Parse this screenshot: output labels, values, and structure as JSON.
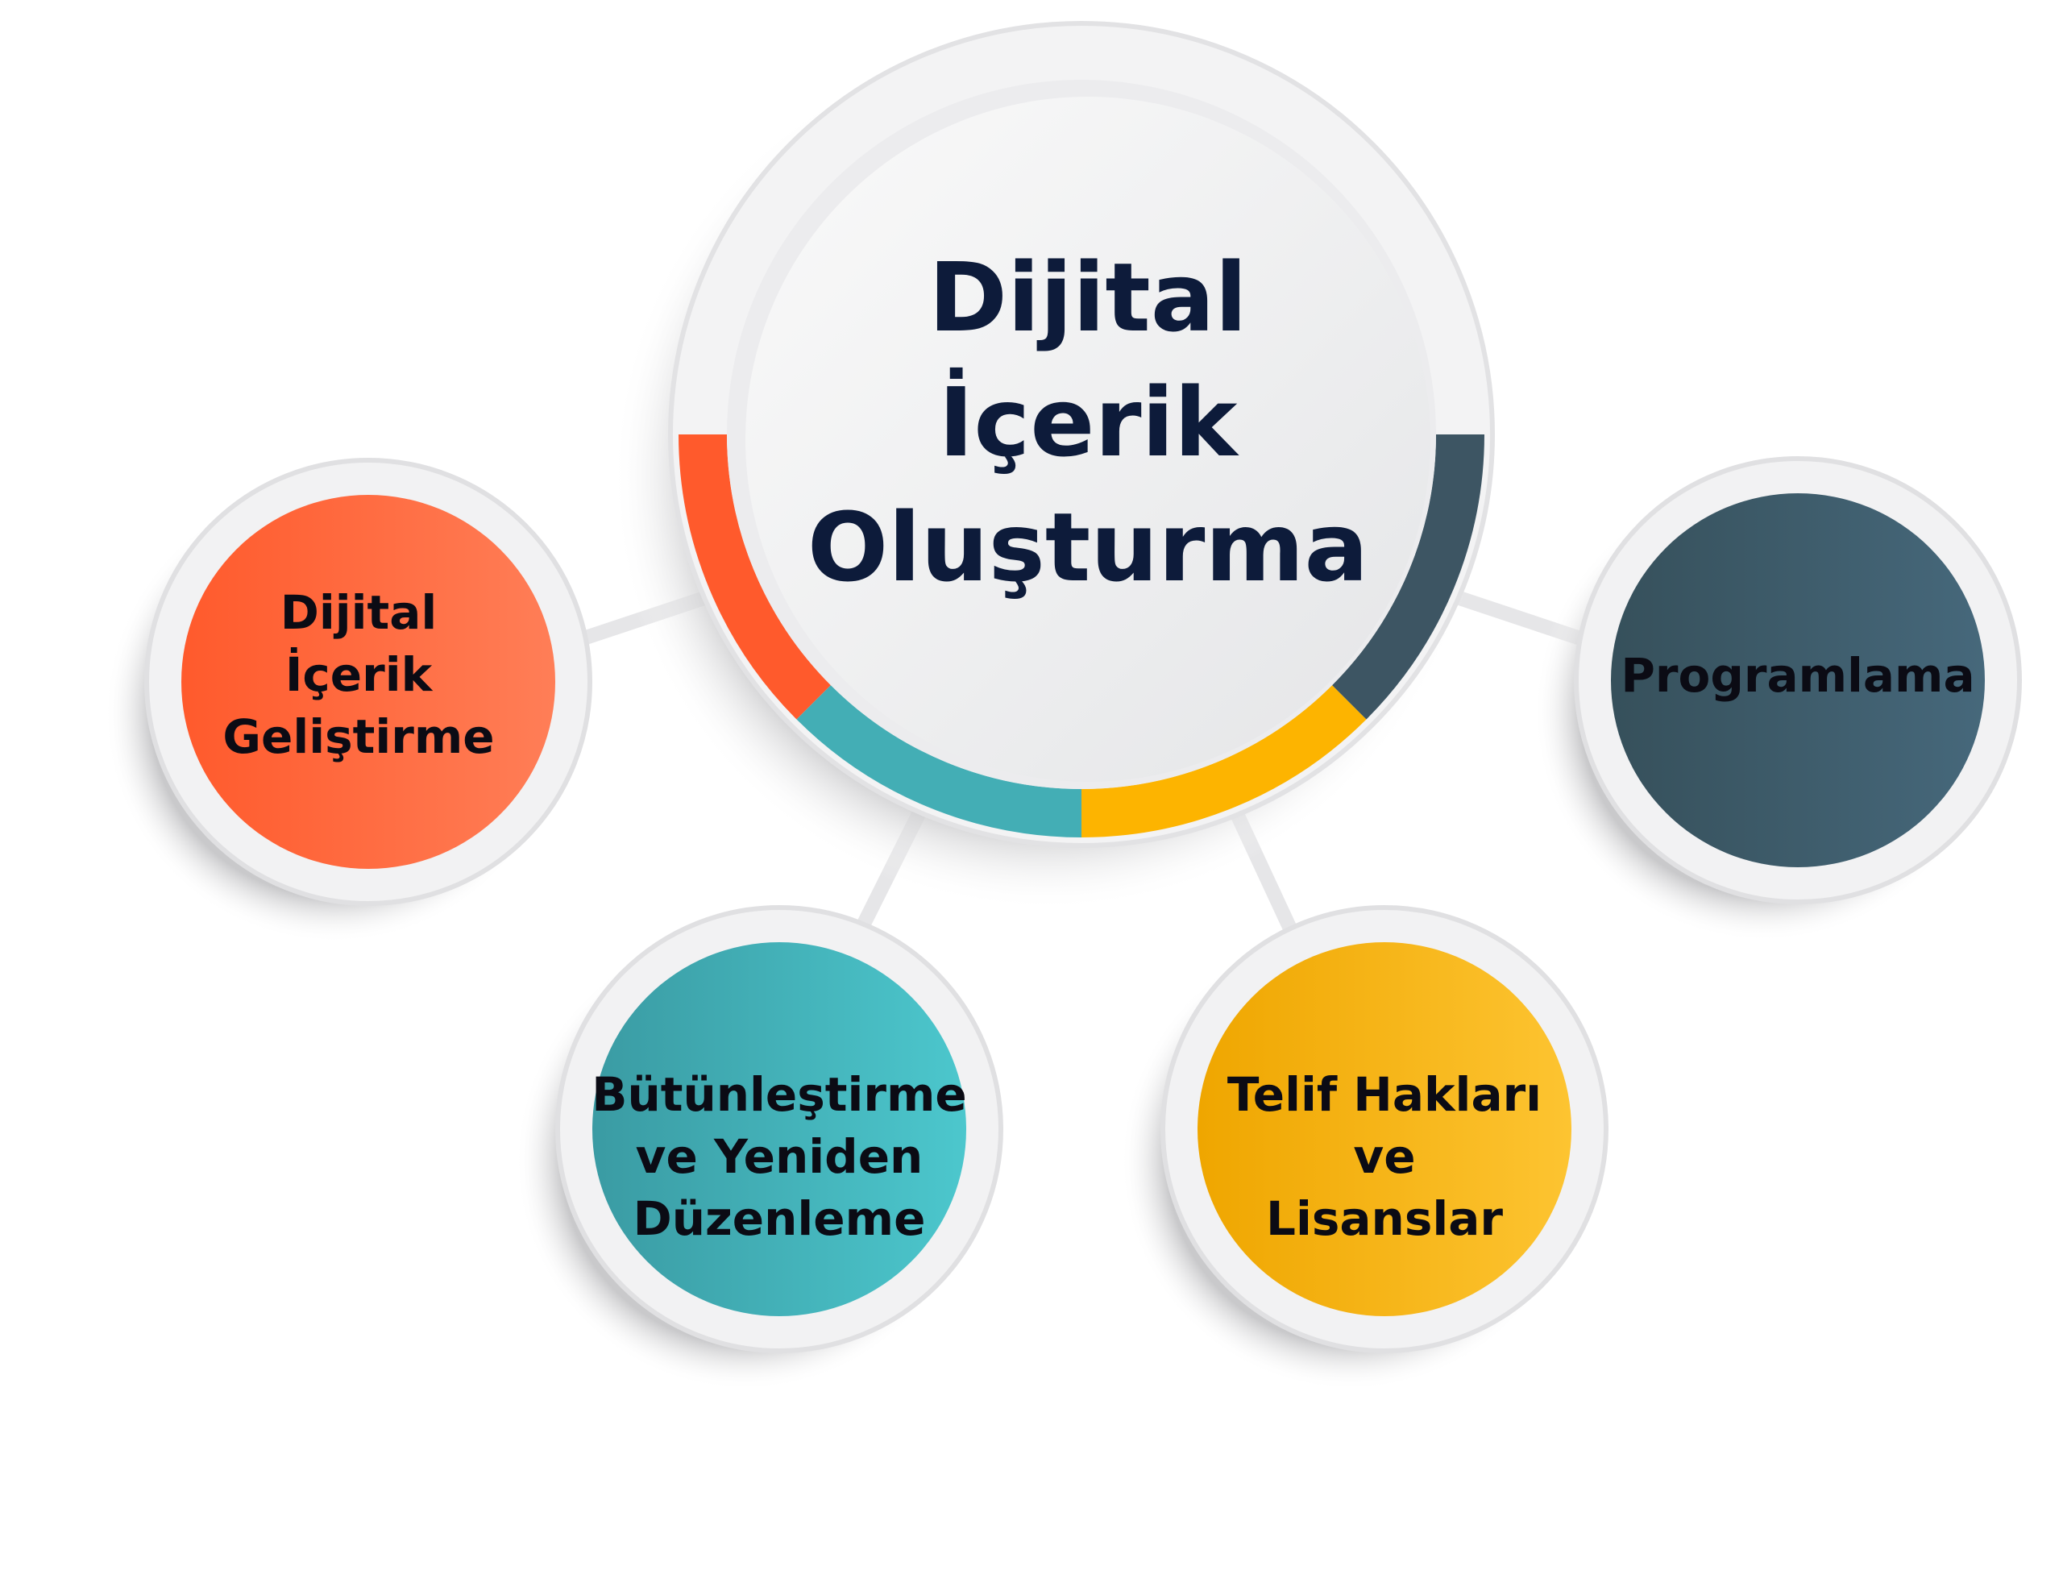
{
  "title": {
    "line1": "Dijital",
    "line2": "İçerik",
    "line3": "Oluşturma"
  },
  "nodes": [
    {
      "id": "gelistirme",
      "lines": [
        "Dijital",
        "İçerik",
        "Geliştirme"
      ],
      "color": "#ff5a2c"
    },
    {
      "id": "butunlestirme",
      "lines": [
        "Bütünleştirme",
        "ve Yeniden",
        "Düzenleme"
      ],
      "color": "#43aeb5"
    },
    {
      "id": "telif",
      "lines": [
        "Telif Hakları",
        "ve",
        "Lisanslar"
      ],
      "color": "#fdb400"
    },
    {
      "id": "programlama",
      "lines": [
        "Programlama"
      ],
      "color": "#3d5563"
    }
  ]
}
